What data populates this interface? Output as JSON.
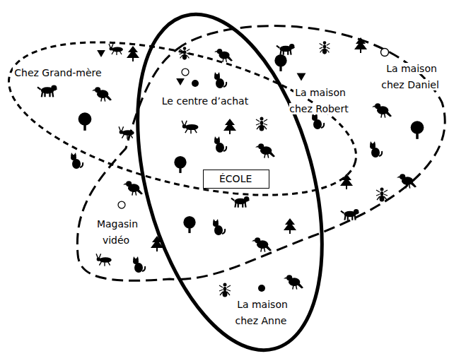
{
  "diagram": {
    "nodes": [
      {
        "text": [
          "ÉCOLE"
        ]
      }
    ],
    "labels": [
      "Chez Grand-mère",
      "Le centre d’achat",
      "La maison chez Robert",
      "La maison chez Daniel",
      "Magasin vidéo",
      "La maison chez Anne"
    ]
  }
}
